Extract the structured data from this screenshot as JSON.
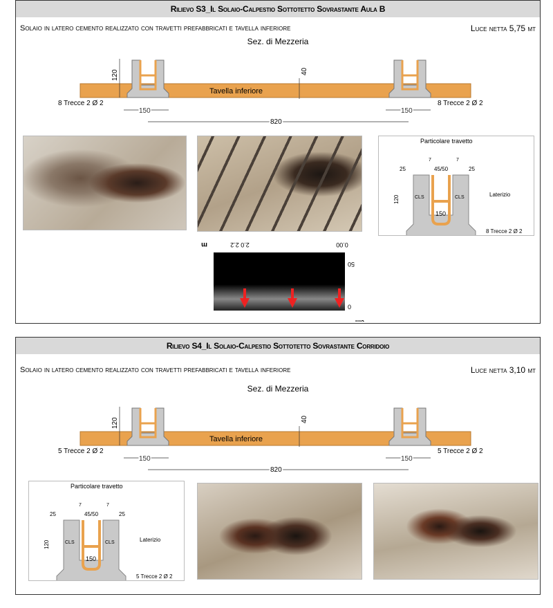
{
  "sections": [
    {
      "title": "Rilievo S3_Il Solaio-Calpestio Sottotetto Sovrastante Aula B",
      "subtitle": "Solaio in latero cemento realizzato con travetti prefabbricati e tavella inferiore",
      "span": "Luce netta 5,75 mt",
      "section_label": "Sez. di Mezzeria",
      "diagram": {
        "tavella": "Tavella inferiore",
        "height": "120",
        "slab": "40",
        "width": "150",
        "spacing": "820",
        "rebar": "8 Trecce 2 Ø 2"
      },
      "detail": {
        "title": "Particolare travetto",
        "d1": "25",
        "d2": "7",
        "d3": "45/50",
        "d4": "7",
        "d5": "25",
        "height": "120",
        "cls": "CLS",
        "laterizio": "Laterizio",
        "inner": "150",
        "rebar": "8 Trecce 2 Ø 2"
      },
      "radar": {
        "x_start": "0.00",
        "x_end": "2.0 2.2",
        "x_unit": "m",
        "y_top": "50",
        "y_zero": "0",
        "y_unit": "cm"
      }
    },
    {
      "title": "Rilievo S4_Il Solaio-Calpestio Sottotetto Sovrastante Corridoio",
      "subtitle": "Solaio in latero cemento realizzato con travetti prefabbricati e tavella inferiore",
      "span": "Luce netta 3,10 mt",
      "section_label": "Sez. di Mezzeria",
      "diagram": {
        "tavella": "Tavella inferiore",
        "height": "120",
        "slab": "40",
        "width": "150",
        "spacing": "820",
        "rebar": "5 Trecce 2 Ø 2"
      },
      "detail": {
        "title": "Particolare travetto",
        "d1": "25",
        "d2": "7",
        "d3": "45/50",
        "d4": "7",
        "d5": "25",
        "height": "120",
        "cls": "CLS",
        "laterizio": "Laterizio",
        "inner": "150",
        "rebar": "5 Trecce 2 Ø 2"
      }
    }
  ],
  "colors": {
    "tavella": "#e9a24e",
    "concrete": "#c9c9c9",
    "header": "#d9d9d9"
  }
}
